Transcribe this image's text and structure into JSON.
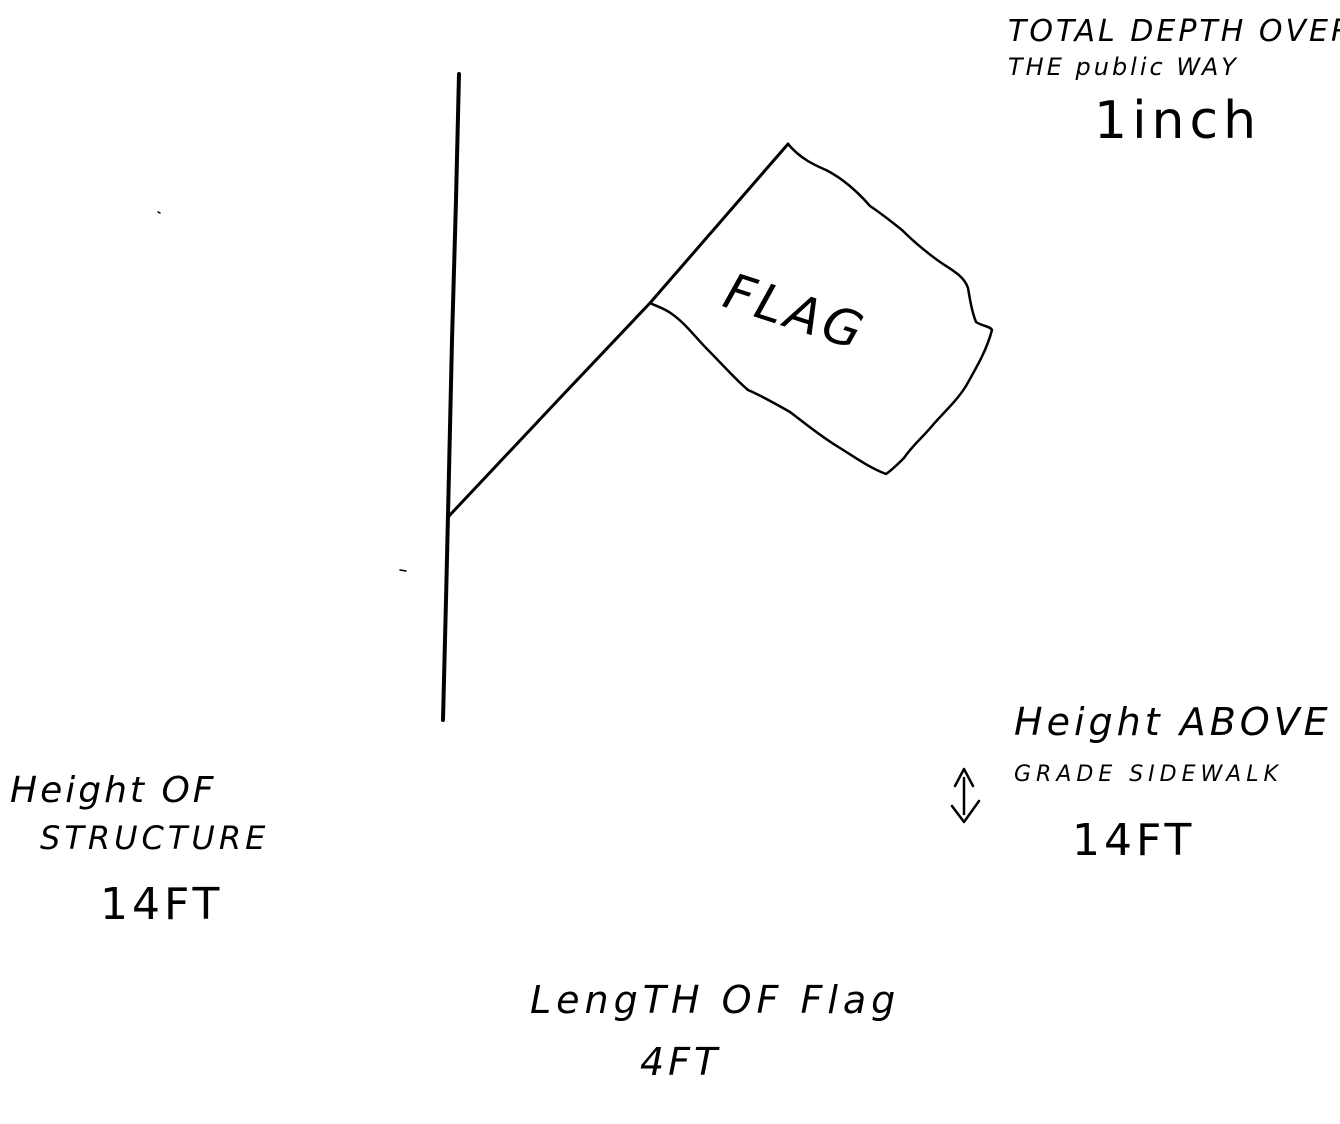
{
  "diagram": {
    "flag_word": "FLAG",
    "top_right": {
      "line1": "TOTAL DEPTH OVER",
      "line2": "THE public WAY",
      "value": "1inch"
    },
    "left": {
      "line1": "Height OF",
      "line2": "STRUCTURE",
      "value": "14FT"
    },
    "right": {
      "line1": "Height ABOVE",
      "line2": "GRADE SIDEWALK",
      "value": "14FT"
    },
    "bottom": {
      "line1": "LengTH OF Flag",
      "value": "4FT"
    }
  },
  "icons": {
    "height_arrow": "double-arrow-vertical-icon"
  }
}
